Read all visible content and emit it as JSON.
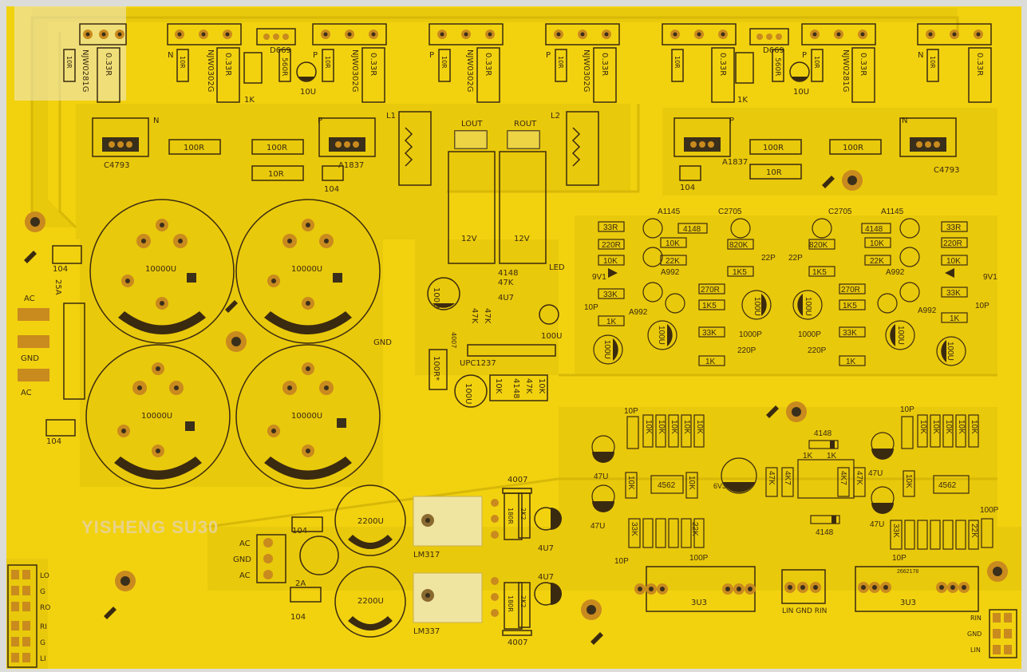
{
  "board": {
    "brand": "YISHENG SU30",
    "colors": {
      "background": "#dcdcd8",
      "board": "#f2d20f",
      "trace": "#e6c60a",
      "pad_ring": "#c98a1e",
      "hole": "#3a2f1a",
      "silk": "#3a2a10"
    }
  },
  "top_row": {
    "transistors": [
      "NJW0281G",
      "NJW0302G",
      "NJW0302G",
      "NJW0302G",
      "NJW0302G",
      "NJW0281G"
    ],
    "resistor_value": "0.33R",
    "small_res": "10R",
    "diode_left": "D669",
    "diode_right": "D669",
    "res_560": "560R",
    "res_1k": "1K",
    "cap_10u": "10U",
    "label_n": "N",
    "label_p": "P"
  },
  "driver_row": {
    "left_n": "C4793",
    "left_p": "A1837",
    "right_p": "A1837",
    "right_n": "C4793",
    "res_100r": "100R",
    "res_10r": "10R",
    "cap_104": "104"
  },
  "output_section": {
    "l1": "L1",
    "l2": "L2",
    "lout": "LOUT",
    "rout": "ROUT",
    "relay_v": "12V",
    "led": "LED",
    "cap_100u": "100U",
    "cap_4u7": "4U7",
    "diode_4148": "4148",
    "res_47k": "47K",
    "res_100r_star": "100R*",
    "upc": "UPC1237",
    "res_10k": "10K",
    "diode_4007": "4007"
  },
  "power_supply": {
    "cap_main": "10000U",
    "fuse": "25A",
    "ac": "AC",
    "gnd": "GND",
    "cap_104": "104"
  },
  "amp_channel": {
    "a1145": "A1145",
    "c2705": "C2705",
    "a992": "A992",
    "res_33r": "33R",
    "res_220r": "220R",
    "res_10k": "10K",
    "res_820k": "820K",
    "res_22k": "22K",
    "res_1k5": "1K5",
    "res_33k": "33K",
    "res_270r": "270R",
    "res_1k": "1K",
    "cap_22p": "22P",
    "cap_10p": "10P",
    "cap_1000p": "1000P",
    "cap_220p": "220P",
    "zener": "9V1",
    "diode_4148": "4148",
    "cap_100u": "100U"
  },
  "preamp": {
    "opamp": "4562",
    "cap_47u": "47U",
    "cap_10p": "10P",
    "cap_100p": "100P",
    "cap_center": "6V3/1000U",
    "res_10k": "10K",
    "res_47k": "47K",
    "res_4k7": "4K7",
    "res_1k": "1K",
    "res_33k": "33K",
    "res_22k": "22K",
    "diode_4148": "4148",
    "cap_3u3": "3U3",
    "input_label": "LIN GND RIN",
    "serial": "2662178"
  },
  "regulators": {
    "lm317": "LM317",
    "lm337": "LM337",
    "cap_2200u": "2200U",
    "cap_4u7": "4U7",
    "res_180r": "180R",
    "res_2k2": "2K2",
    "diode_4007": "4007",
    "cap_104": "104",
    "fuse": "2A",
    "ac": "AC",
    "gnd": "GND"
  },
  "connectors": {
    "left": [
      "LO",
      "G",
      "RO",
      "RI",
      "G",
      "LI"
    ],
    "right": [
      "RIN",
      "GND",
      "LIN"
    ]
  }
}
